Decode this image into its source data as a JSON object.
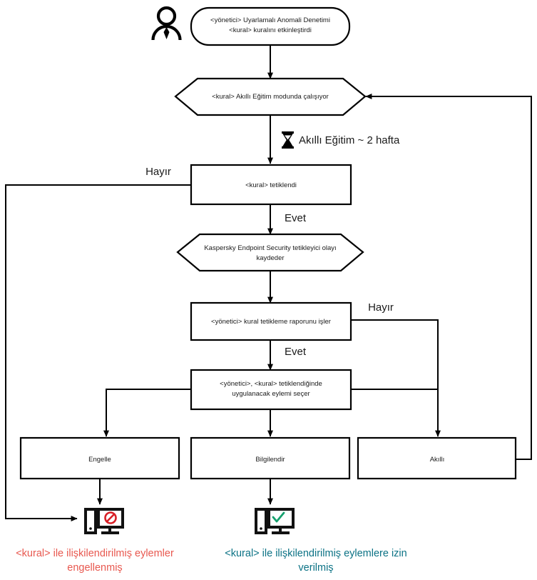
{
  "diagram": {
    "title": "Uyarlamali Anomali Denetimi kurali akis semasi",
    "actor_icon": "person-icon",
    "nodes": {
      "start": {
        "shape": "rounded-rectangle",
        "line1": "<yönetici> Uyarlamalı Anomali Denetimi",
        "line2": "<kural> kuralını etkinleştirdi"
      },
      "smart_training_state": {
        "shape": "hexagon",
        "line1": "<kural> Akıllı Eğitim modunda çalışıyor"
      },
      "rule_triggered": {
        "shape": "rectangle",
        "line1": "<kural> tetiklendi"
      },
      "kes_logs_event": {
        "shape": "hexagon",
        "line1": "Kaspersky Endpoint Security tetikleyici olayı",
        "line2": "kaydeder"
      },
      "admin_processes_report": {
        "shape": "rectangle",
        "line1": "<yönetici> kural tetikleme raporunu işler"
      },
      "admin_selects_action": {
        "shape": "rectangle",
        "line1": "<yönetici>, <kural> tetiklendiğinde",
        "line2": "uygulanacak eylemi seçer"
      },
      "block": {
        "shape": "rectangle",
        "line1": "Engelle"
      },
      "inform": {
        "shape": "rectangle",
        "line1": "Bilgilendir"
      },
      "smart": {
        "shape": "rectangle",
        "line1": "Akıllı"
      }
    },
    "timer": {
      "icon": "hourglass-icon",
      "label": "Akıllı Eğitim ~ 2 hafta"
    },
    "edge_labels": {
      "triggered_no": "Hayır",
      "triggered_yes": "Evet",
      "report_no": "Hayır",
      "report_yes": "Evet"
    },
    "outcomes": [
      {
        "icon": "monitor-blocked-icon",
        "line1": "<kural> ile ilişkilendirilmiş eylemler",
        "line2": "engellenmiş",
        "color": "#e8584f"
      },
      {
        "icon": "monitor-allowed-icon",
        "line1": "<kural> ile ilişkilendirilmiş eylemlere izin",
        "line2": "verilmiş",
        "color": "#0b7285"
      }
    ],
    "colors": {
      "stroke": "#000000",
      "blocked_text": "#e8584f",
      "allowed_text": "#0b7285",
      "block_badge": "#d81f26",
      "check_badge": "#15a06e"
    }
  }
}
